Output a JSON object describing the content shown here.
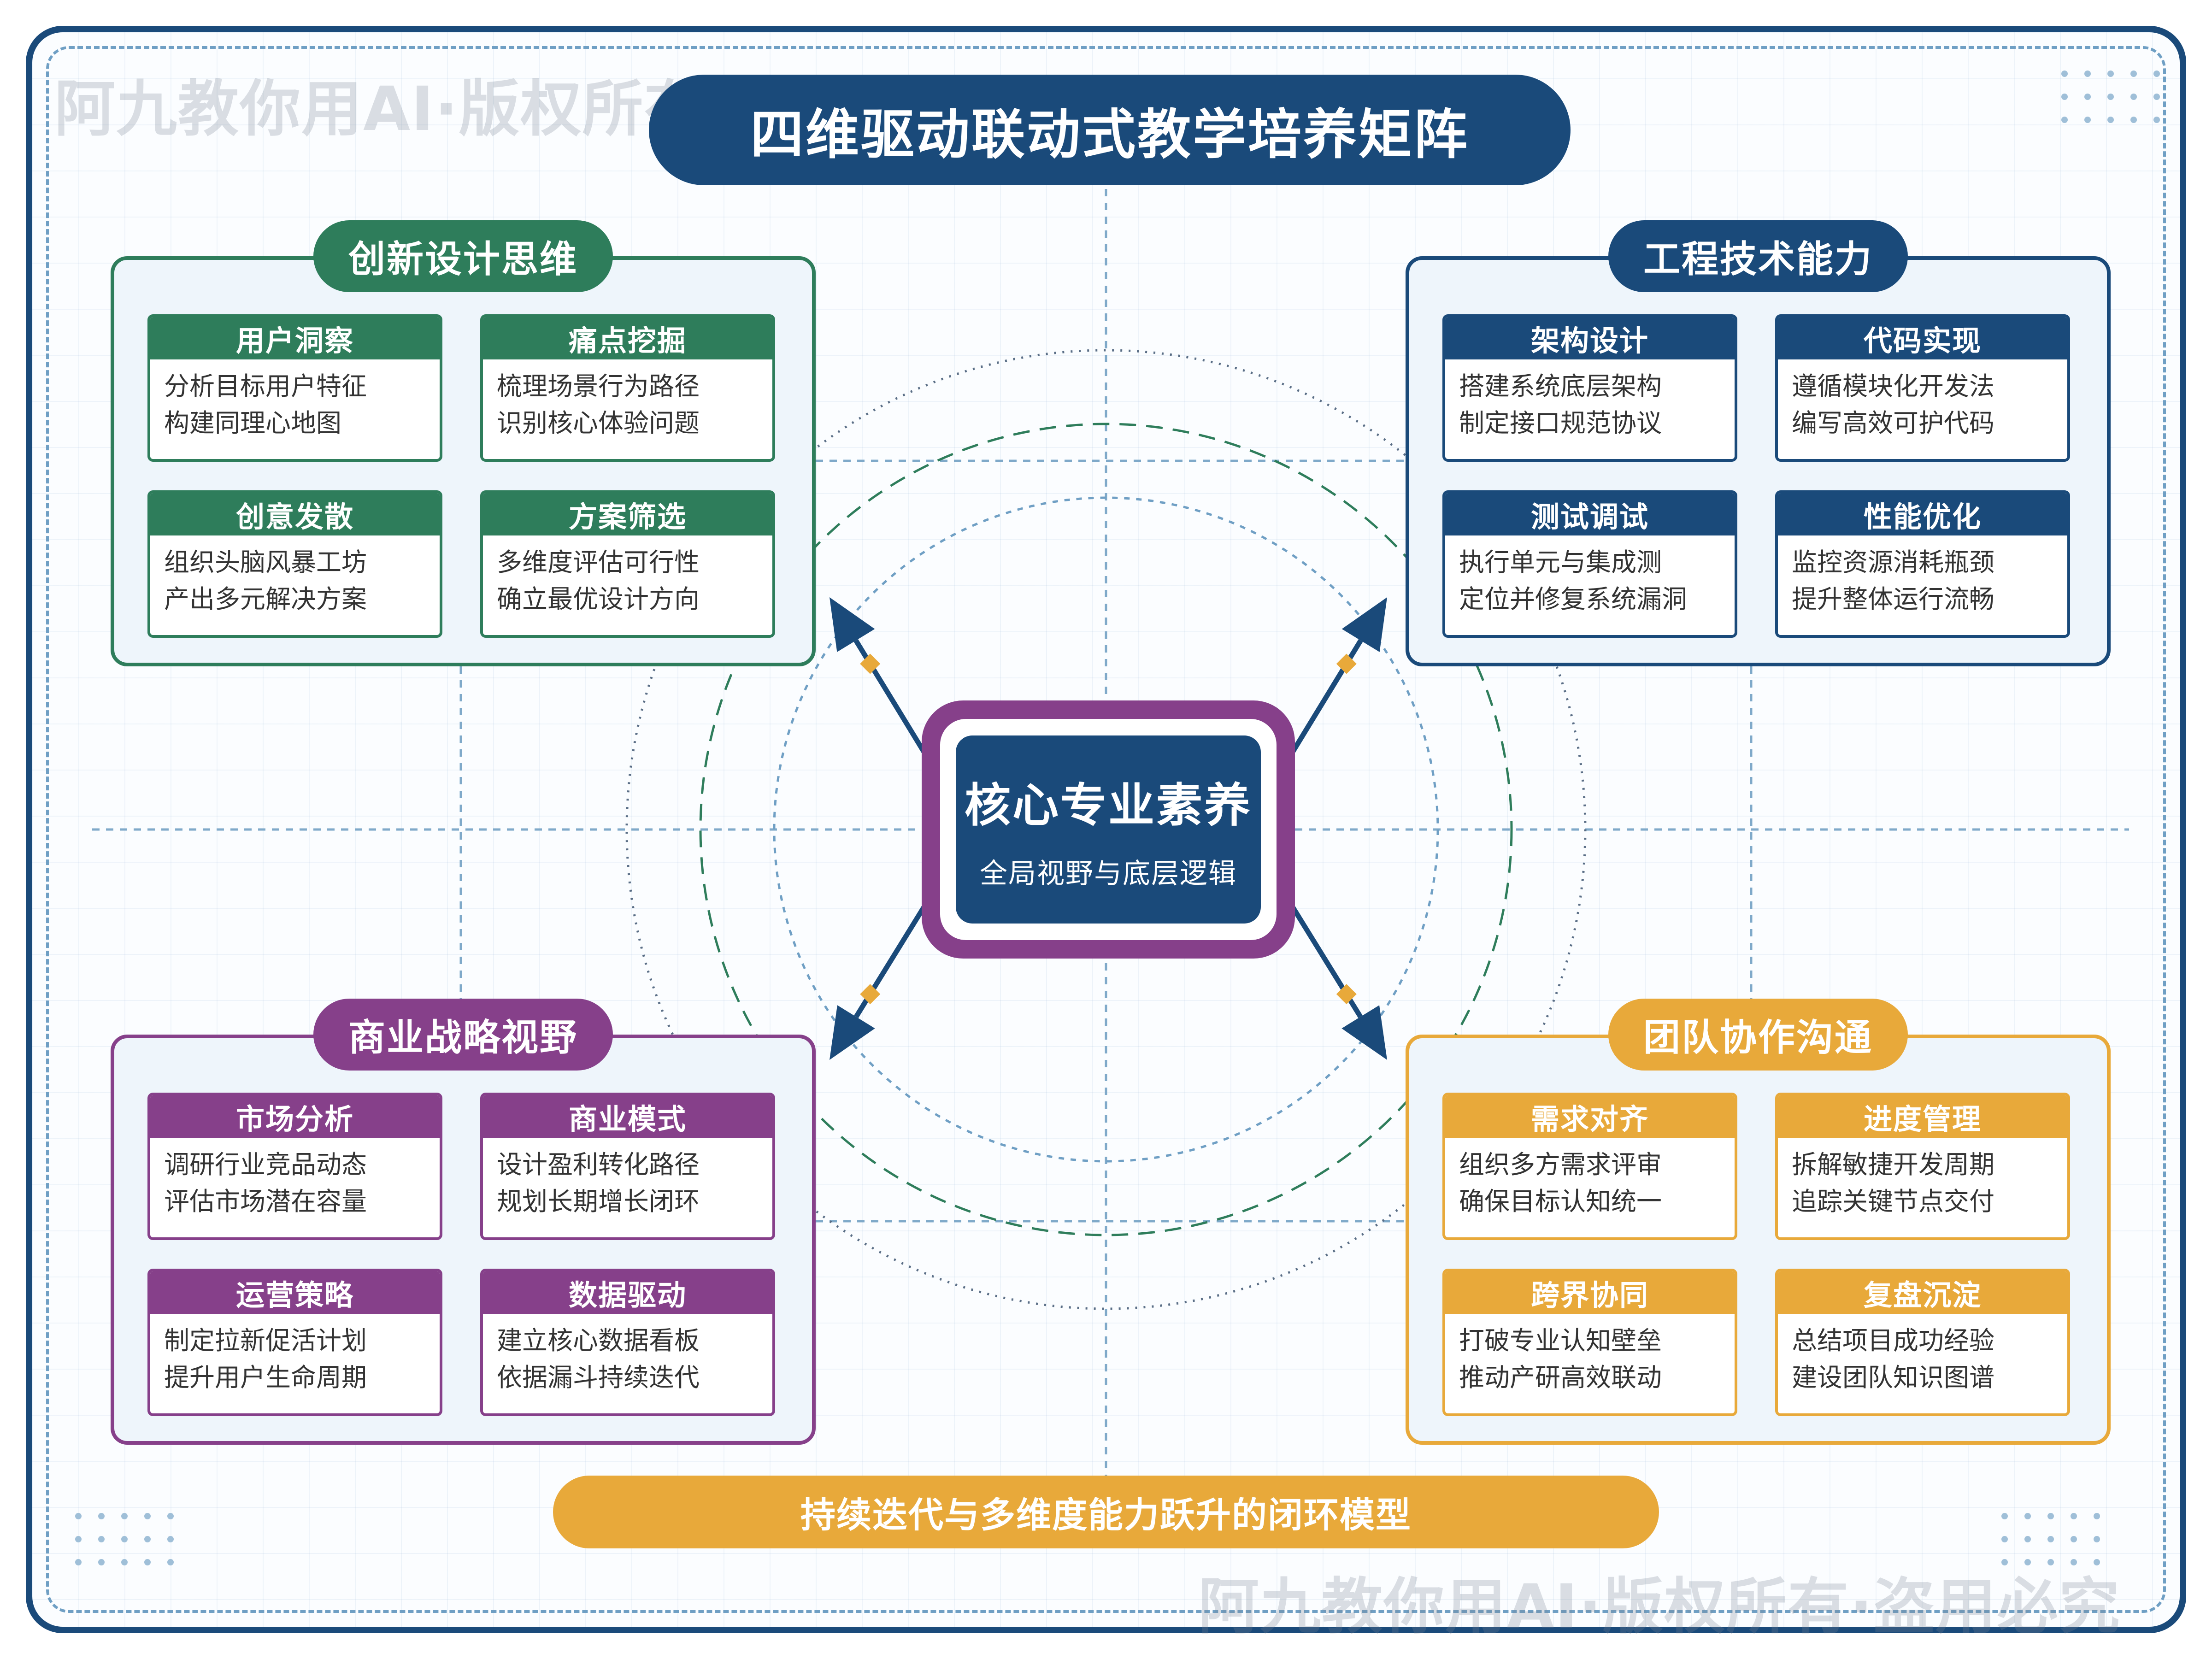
{
  "title": "四维驱动联动式教学培养矩阵",
  "watermark": "阿九教你用AI·版权所有·盗用必究",
  "core": {
    "title": "核心专业素养",
    "subtitle": "全局视野与底层逻辑"
  },
  "footer": "持续迭代与多维度能力跃升的闭环模型",
  "colors": {
    "navy": "#1a4a7a",
    "green": "#2e7d5b",
    "purple": "#86408a",
    "gold": "#e8a93a",
    "diamond": "#e8a93a"
  },
  "quadrants": [
    {
      "title": "创新设计思维",
      "color": "#2e7d5b",
      "cards": [
        {
          "title": "用户洞察",
          "lines": [
            "分析目标用户特征",
            "构建同理心地图"
          ]
        },
        {
          "title": "痛点挖掘",
          "lines": [
            "梳理场景行为路径",
            "识别核心体验问题"
          ]
        },
        {
          "title": "创意发散",
          "lines": [
            "组织头脑风暴工坊",
            "产出多元解决方案"
          ]
        },
        {
          "title": "方案筛选",
          "lines": [
            "多维度评估可行性",
            "确立最优设计方向"
          ]
        }
      ]
    },
    {
      "title": "工程技术能力",
      "color": "#1a4a7a",
      "cards": [
        {
          "title": "架构设计",
          "lines": [
            "搭建系统底层架构",
            "制定接口规范协议"
          ]
        },
        {
          "title": "代码实现",
          "lines": [
            "遵循模块化开发法",
            "编写高效可护代码"
          ]
        },
        {
          "title": "测试调试",
          "lines": [
            "执行单元与集成测",
            "定位并修复系统漏洞"
          ]
        },
        {
          "title": "性能优化",
          "lines": [
            "监控资源消耗瓶颈",
            "提升整体运行流畅"
          ]
        }
      ]
    },
    {
      "title": "商业战略视野",
      "color": "#86408a",
      "cards": [
        {
          "title": "市场分析",
          "lines": [
            "调研行业竞品动态",
            "评估市场潜在容量"
          ]
        },
        {
          "title": "商业模式",
          "lines": [
            "设计盈利转化路径",
            "规划长期增长闭环"
          ]
        },
        {
          "title": "运营策略",
          "lines": [
            "制定拉新促活计划",
            "提升用户生命周期"
          ]
        },
        {
          "title": "数据驱动",
          "lines": [
            "建立核心数据看板",
            "依据漏斗持续迭代"
          ]
        }
      ]
    },
    {
      "title": "团队协作沟通",
      "color": "#e8a93a",
      "cards": [
        {
          "title": "需求对齐",
          "lines": [
            "组织多方需求评审",
            "确保目标认知统一"
          ]
        },
        {
          "title": "进度管理",
          "lines": [
            "拆解敏捷开发周期",
            "追踪关键节点交付"
          ]
        },
        {
          "title": "跨界协同",
          "lines": [
            "打破专业认知壁垒",
            "推动产研高效联动"
          ]
        },
        {
          "title": "复盘沉淀",
          "lines": [
            "总结项目成功经验",
            "建设团队知识图谱"
          ]
        }
      ]
    }
  ]
}
